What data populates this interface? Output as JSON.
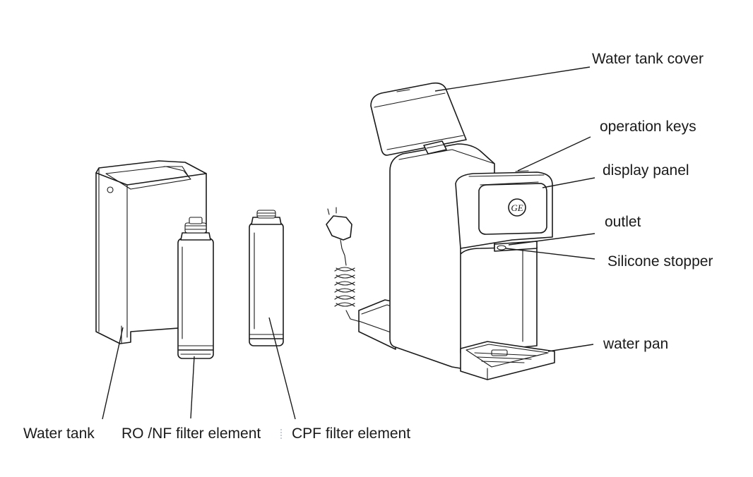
{
  "labels": {
    "water_tank_cover": "Water tank cover",
    "operation_keys": "operation keys",
    "display_panel": "display panel",
    "outlet": "outlet",
    "silicone_stopper": "Silicone stopper",
    "water_pan": "water pan",
    "water_tank": "Water tank",
    "ro_nf_filter": "RO /NF filter element",
    "cpf_filter": "CPF filter element"
  },
  "logo_text": "GE"
}
